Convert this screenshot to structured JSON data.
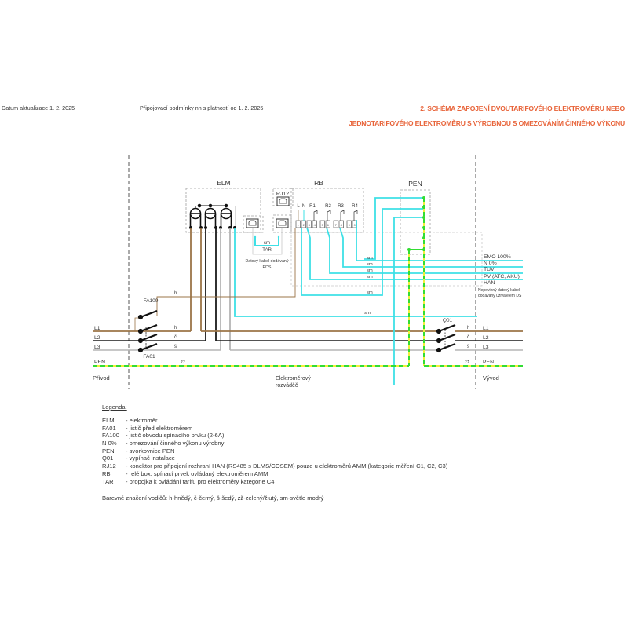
{
  "header": {
    "date": "Datum aktualizace 1. 2. 2025",
    "conditions": "Připojovací podmínky nn s platností od 1. 2. 2025",
    "title_line1": "2. SCHÉMA ZAPOJENÍ DVOUTARIFOVÉHO ELEKTROMĚRU NEBO",
    "title_line2": "JEDNOTARIFOVÉHO ELEKTROMĚRU  S  VÝROBNOU S OMEZOVÁNÍM ČINNÉHO VÝKONU"
  },
  "colors": {
    "title": "#e8643a",
    "brown": "#9b7447",
    "black": "#1a1a1a",
    "grey": "#b5b5b5",
    "cyan": "#3ee0e6",
    "green": "#33dd33",
    "yellow": "#f2ee3c",
    "dashed": "#a0a0a0"
  },
  "diagram": {
    "blocks": {
      "elm": "ELM",
      "rb": "RB",
      "rj12": "RJ12",
      "pen": "PEN",
      "fa100": "FA100",
      "fa01": "FA01",
      "q01": "Q01"
    },
    "rb_terminals": {
      "labels": [
        "L",
        "N",
        "R1",
        "R2",
        "R3",
        "R4"
      ],
      "numbers": [
        "1",
        "2",
        "3",
        "4",
        "5",
        "6",
        "7",
        "8",
        "9",
        "0"
      ]
    },
    "tar": {
      "wire": "sm",
      "label": "TAR",
      "cable_line1": "Datový kabel dodávaný",
      "cable_line2": "PDS"
    },
    "wire_labels": {
      "brown": "h",
      "black": "č",
      "grey": "š",
      "pen": "zž",
      "sm": "sm"
    },
    "lines_in": [
      "L1",
      "L2",
      "L3",
      "PEN"
    ],
    "lines_out": [
      "L1",
      "L2",
      "L3",
      "PEN"
    ],
    "outputs": [
      "EMO 100%",
      "N 0%",
      "TUV",
      "PV (ATC, AKU)",
      "HAN"
    ],
    "han_note_line1": "Nepovinný datový kabel",
    "han_note_line2": "dodávaný uživatelem DS",
    "sections": {
      "left": "Přívod",
      "middle_line1": "Elektroměrový",
      "middle_line2": "rozváděč",
      "right": "Vývod"
    }
  },
  "legend": {
    "title": "Legenda:",
    "items": [
      {
        "key": "ELM",
        "desc": "- elektroměr"
      },
      {
        "key": "FA01",
        "desc": "- jistič před elektroměrem"
      },
      {
        "key": "FA100",
        "desc": "- jistič obvodu spínacího prvku (2-6A)"
      },
      {
        "key": "N 0%",
        "desc": "- omezování činného výkonu výrobny"
      },
      {
        "key": "PEN",
        "desc": "- svorkovnice PEN"
      },
      {
        "key": "Q01",
        "desc": "- vypínač instalace"
      },
      {
        "key": "RJ12",
        "desc": "- konektor pro připojení rozhraní HAN (RS485 s DLMS/COSEM) pouze u elektroměrů AMM (kategorie měření C1, C2, C3)"
      },
      {
        "key": "RB",
        "desc": "- relé box, spínací prvek ovládaný elektroměrem AMM"
      },
      {
        "key": "TAR",
        "desc": "- propojka k ovládání tarifu pro elektroměry kategorie C4"
      }
    ],
    "color_note": "Barevné značení vodičů: h-hnědý, č-černý, š-šedý, zž-zelený/žlutý, sm-světle modrý"
  }
}
